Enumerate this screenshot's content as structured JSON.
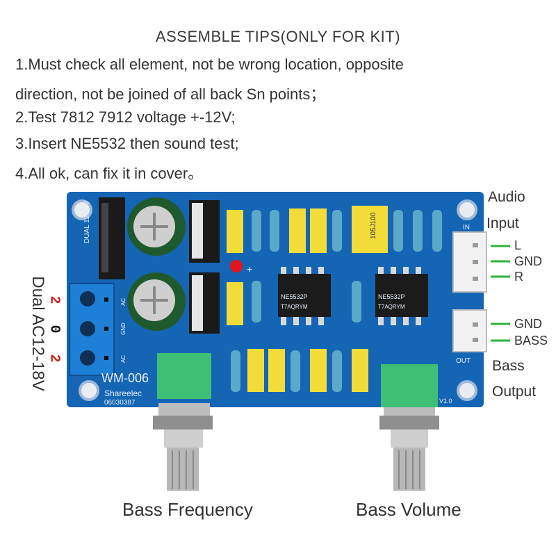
{
  "title": "ASSEMBLE TIPS(ONLY FOR KIT)",
  "tips": [
    "1.Must check all element, not be wrong location, opposite",
    "direction, not be joined of all back Sn points；",
    "2.Test 7812 7912 voltage +-12V;",
    "3.Insert NE5532 then sound test;",
    "4.All ok, can fix it in cover。"
  ],
  "labels": {
    "audio": "Audio",
    "input": "Input",
    "input_pins": [
      "L",
      "GND",
      "R"
    ],
    "output_pins": [
      "GND",
      "BASS"
    ],
    "bass": "Bass",
    "output": "Output",
    "power": "Dual AC12-18V",
    "ac_left": [
      "2",
      "0",
      "2"
    ],
    "bass_frequency": "Bass Frequency",
    "bass_volume": "Bass Volume"
  },
  "board": {
    "model": "WM-006",
    "brand": "Shareelec",
    "serial": "06030387",
    "chip_left": "NE5532P",
    "chip_right": "NE5532P",
    "chip_code": "T7AQRYM",
    "cap_text": "105J100",
    "silk_in": "IN",
    "silk_out": "OUT",
    "silk_dual": "DUAL 12-18V",
    "silk_ac": "AC",
    "silk_gnd": "GND",
    "silk_plus": "+",
    "silk_version": "V1.0"
  },
  "colors": {
    "pcb": "#1565b5",
    "terminal": "#1e7fd6",
    "pot": "#3fbf73",
    "yellow_cap": "#f2dc3a",
    "connector": "#f2f2f2",
    "pin_line": "#2cb53a",
    "ac_red": "#d12020",
    "ac_black": "#111111"
  }
}
